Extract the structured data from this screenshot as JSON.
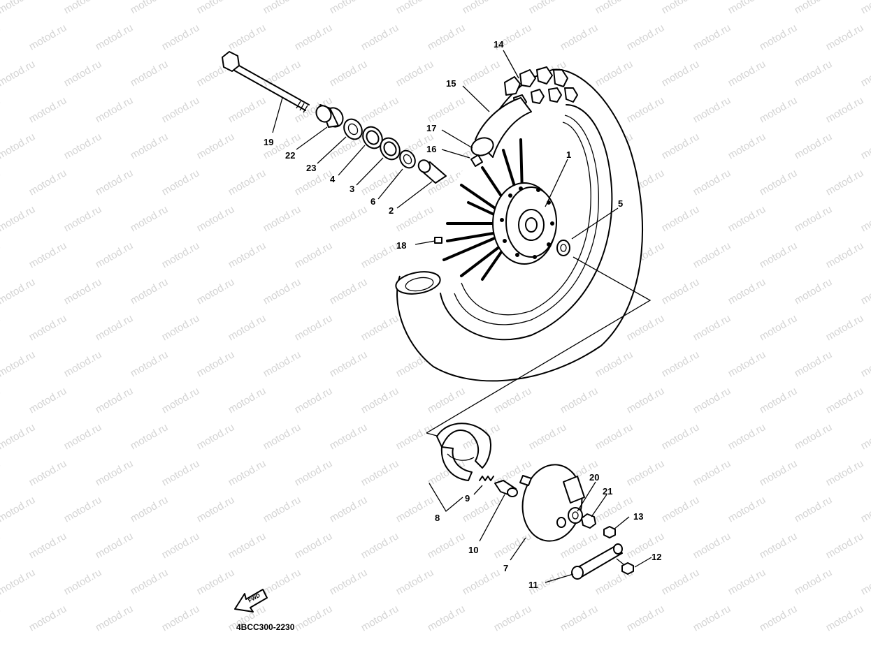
{
  "watermark": "motod.ru",
  "diagram_code": "4BCC300-2230",
  "fwd_label": "FWD",
  "part_labels": {
    "p1": "1",
    "p2": "2",
    "p3": "3",
    "p4": "4",
    "p5": "5",
    "p6": "6",
    "p7": "7",
    "p8": "8",
    "p9": "9",
    "p10": "10",
    "p11": "11",
    "p12": "12",
    "p13": "13",
    "p14": "14",
    "p15": "15",
    "p16": "16",
    "p17": "17",
    "p18": "18",
    "p19": "19",
    "p20": "20",
    "p21": "21",
    "p22": "22",
    "p23": "23"
  },
  "colors": {
    "line": "#000000",
    "background": "#ffffff",
    "watermark": "#d4d4d4"
  }
}
